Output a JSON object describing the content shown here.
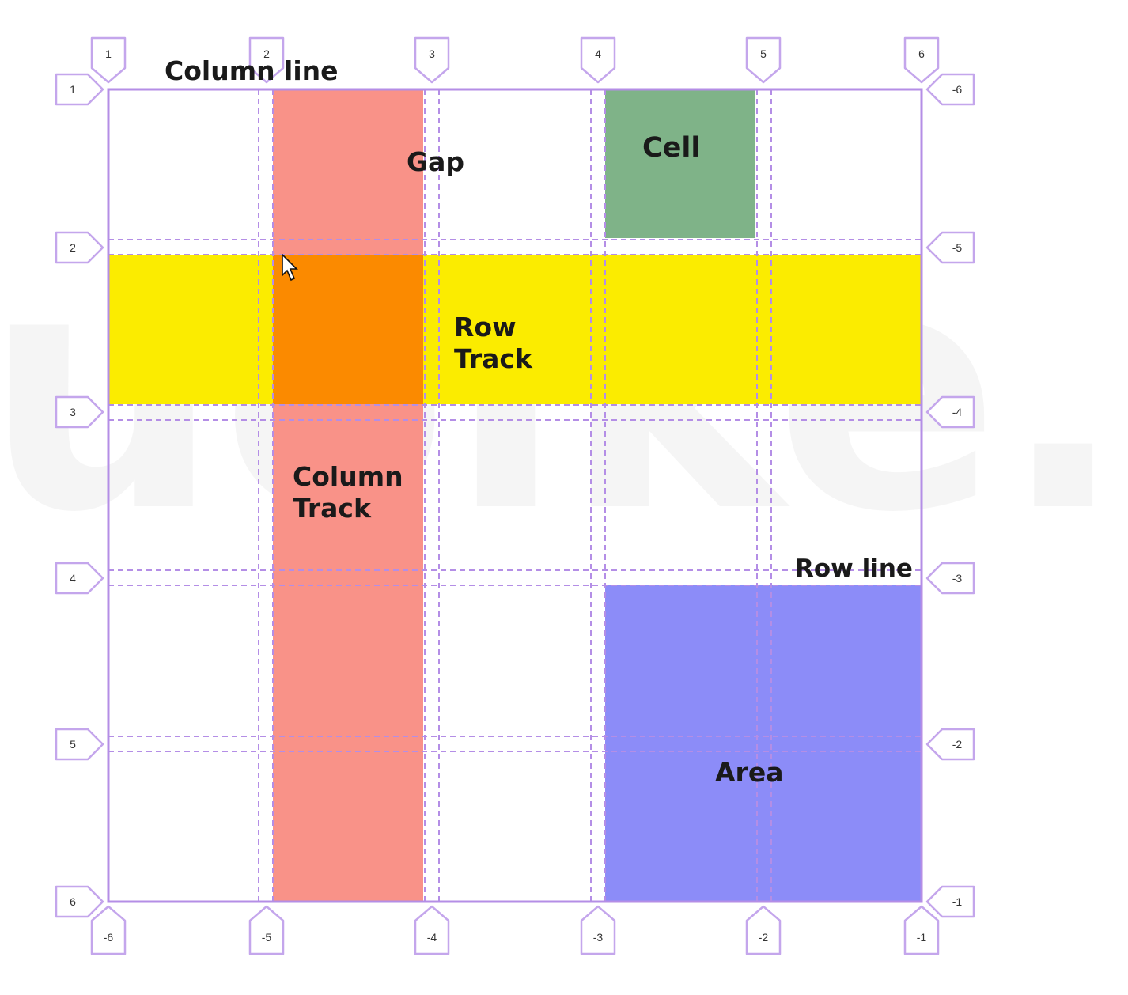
{
  "labels": {
    "column_line": "Column line",
    "gap": "Gap",
    "cell": "Cell",
    "row_track_1": "Row",
    "row_track_2": "Track",
    "column_track_1": "Column",
    "column_track_2": "Track",
    "row_line": "Row line",
    "area": "Area"
  },
  "watermark": "uolke.c",
  "column_numbers_top": [
    "1",
    "2",
    "3",
    "4",
    "5",
    "6"
  ],
  "column_numbers_bottom": [
    "-6",
    "-5",
    "-4",
    "-3",
    "-2",
    "-1"
  ],
  "row_numbers_left": [
    "1",
    "2",
    "3",
    "4",
    "5",
    "6"
  ],
  "row_numbers_right": [
    "-6",
    "-5",
    "-4",
    "-3",
    "-2",
    "-1"
  ],
  "colors": {
    "grid_line": "#b48ee6",
    "column_track": "#f99288",
    "row_track": "#fbec00",
    "intersection": "#fb8a00",
    "cell": "#7fb388",
    "area": "#8c8cf8",
    "badge_border": "#c4a6ec"
  }
}
